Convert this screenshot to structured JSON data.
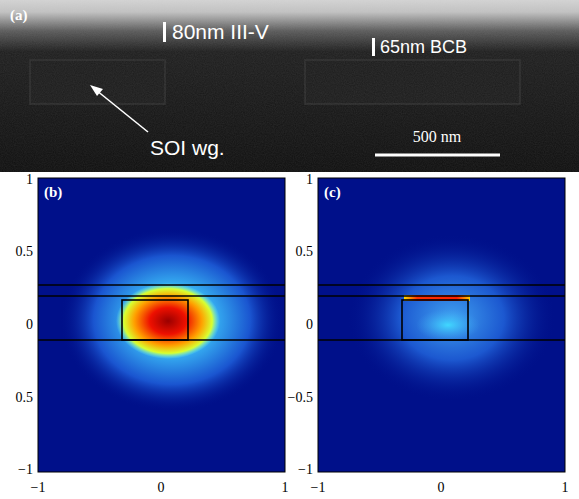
{
  "diagram": {
    "labels": [
      "(a)",
      "80nm III-V",
      "65nm BCB",
      "SOI wg.",
      "500 nm",
      "(b)",
      "(c)",
      "1",
      "0.5",
      "0",
      "0.5",
      "−1",
      "−1",
      "0",
      "1",
      "1",
      "0.5",
      "0",
      "−0.5",
      "−1",
      "−1",
      "0",
      "1"
    ]
  }
}
